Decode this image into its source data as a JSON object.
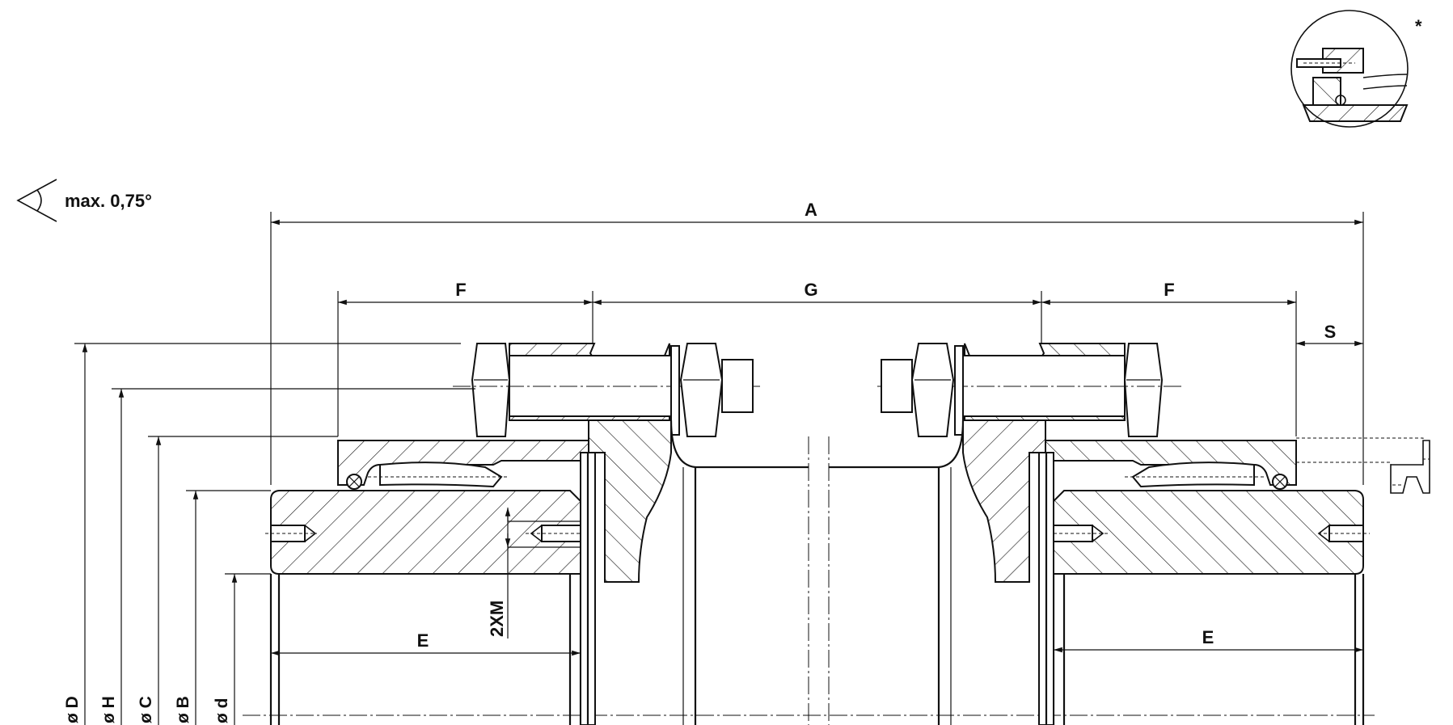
{
  "angle_note": {
    "text": "max. 0,75°"
  },
  "detail_marker": "*",
  "dimensions": {
    "overall_length": "A",
    "hub_length_left": "F",
    "spacer_length": "G",
    "hub_length_right": "F",
    "gap": "S",
    "bore_length_left": "E",
    "bore_length_right": "E",
    "axial_movement": "2XM"
  },
  "diameters": {
    "outer": "ø D",
    "bolt_circle": "ø H",
    "flange": "ø C",
    "hub": "ø B",
    "bore": "ø d"
  }
}
